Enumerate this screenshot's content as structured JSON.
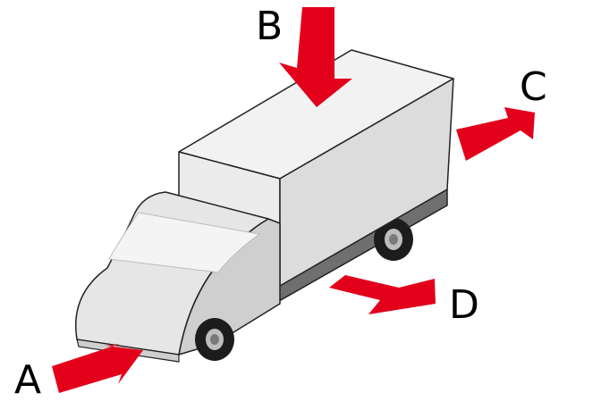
{
  "diagram": {
    "labels": {
      "a": "A",
      "b": "B",
      "c": "C",
      "d": "D"
    },
    "colors": {
      "arrow": "#e3001b",
      "box_top": "#f2f2f2",
      "box_front": "#e9e9e9",
      "box_side": "#d6d6d6",
      "chassis": "#6f6f6f",
      "outline": "#222222",
      "wheel": "#1c1c1c",
      "hub": "#cfcfcf"
    },
    "icons": [
      "truck-icon",
      "arrow-icon"
    ]
  }
}
